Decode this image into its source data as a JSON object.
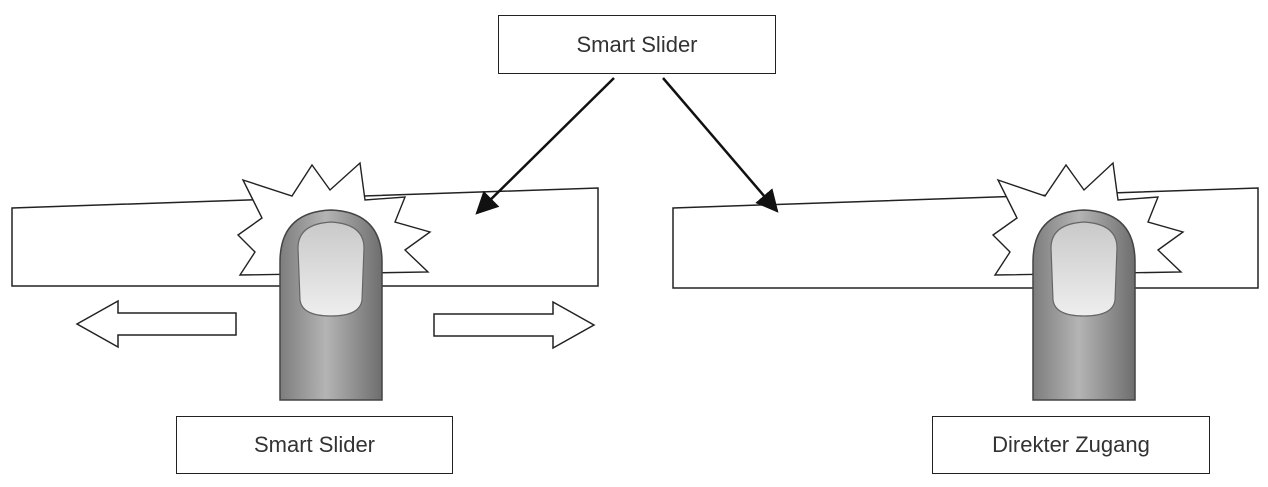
{
  "diagram": {
    "labels": {
      "top": "Smart Slider",
      "bottom_left": "Smart Slider",
      "bottom_right": "Direkter Zugang"
    },
    "left_panel": {
      "gesture": "swipe",
      "arrows": [
        "arrow-left-icon",
        "arrow-right-icon"
      ]
    },
    "right_panel": {
      "gesture": "tap"
    },
    "icons": [
      "finger-icon",
      "touch-burst-icon",
      "arrow-left-icon",
      "arrow-right-icon",
      "pointer-arrow-icon"
    ],
    "colors": {
      "stroke": "#222222",
      "finger_fill": "#9a9a9a",
      "nail_fill": "#dcdcdc",
      "background": "#ffffff"
    }
  }
}
